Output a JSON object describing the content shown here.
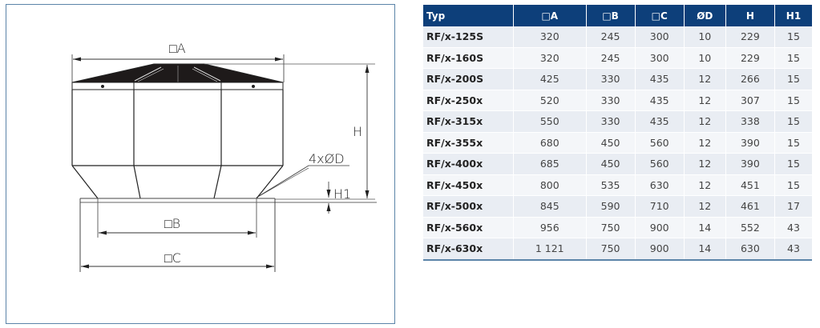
{
  "drawing": {
    "labels": {
      "A": "□A",
      "B": "□B",
      "C": "□C",
      "H": "H",
      "H1": "H1",
      "D": "4xØD"
    },
    "frame_color": "#5b84a8"
  },
  "table": {
    "header_color": "#0d3f7a",
    "columns": [
      "Typ",
      "□A",
      "□B",
      "□C",
      "ØD",
      "H",
      "H1"
    ],
    "rows": [
      [
        "RF/x-125S",
        "320",
        "245",
        "300",
        "10",
        "229",
        "15"
      ],
      [
        "RF/x-160S",
        "320",
        "245",
        "300",
        "10",
        "229",
        "15"
      ],
      [
        "RF/x-200S",
        "425",
        "330",
        "435",
        "12",
        "266",
        "15"
      ],
      [
        "RF/x-250x",
        "520",
        "330",
        "435",
        "12",
        "307",
        "15"
      ],
      [
        "RF/x-315x",
        "550",
        "330",
        "435",
        "12",
        "338",
        "15"
      ],
      [
        "RF/x-355x",
        "680",
        "450",
        "560",
        "12",
        "390",
        "15"
      ],
      [
        "RF/x-400x",
        "685",
        "450",
        "560",
        "12",
        "390",
        "15"
      ],
      [
        "RF/x-450x",
        "800",
        "535",
        "630",
        "12",
        "451",
        "15"
      ],
      [
        "RF/x-500x",
        "845",
        "590",
        "710",
        "12",
        "461",
        "17"
      ],
      [
        "RF/x-560x",
        "956",
        "750",
        "900",
        "14",
        "552",
        "43"
      ],
      [
        "RF/x-630x",
        "1 121",
        "750",
        "900",
        "14",
        "630",
        "43"
      ]
    ]
  }
}
